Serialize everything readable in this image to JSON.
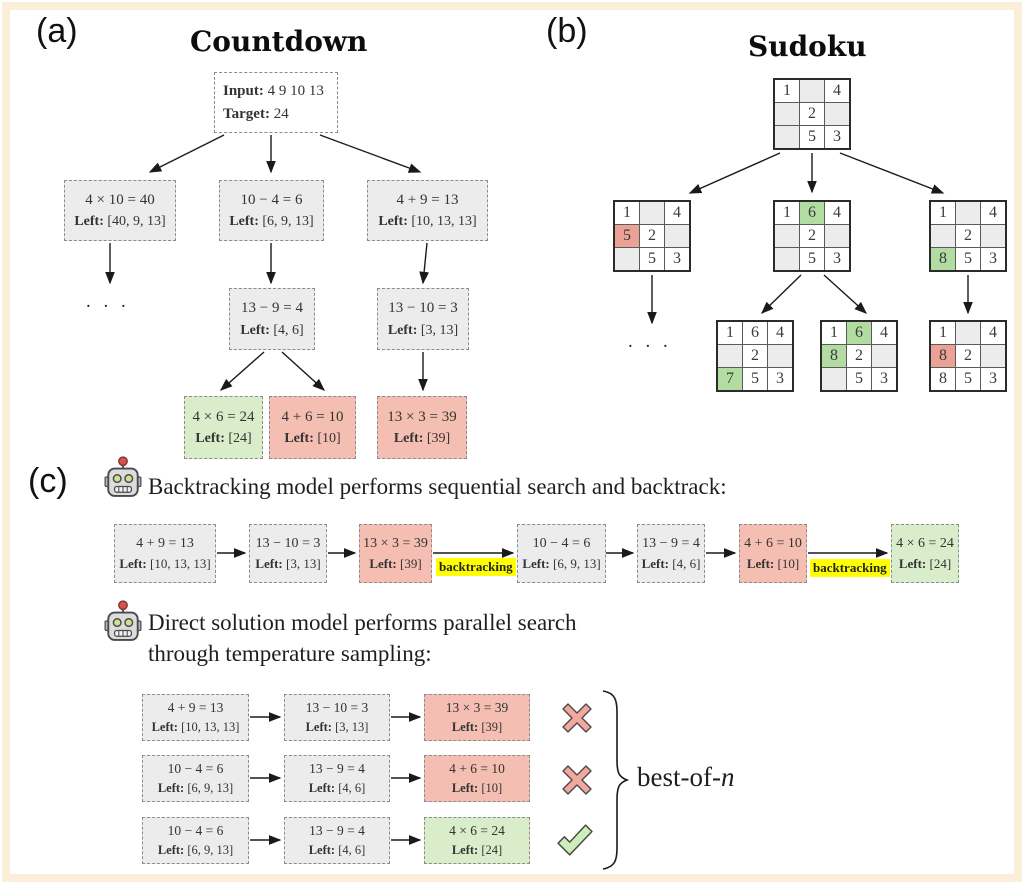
{
  "labels": {
    "panel_a": "(a)",
    "panel_b": "(b)",
    "panel_c": "(c)",
    "left": "Left:",
    "ellipsis": ". . .",
    "backtracking": "backtracking",
    "best_of": {
      "prefix": "best-of-",
      "n": "n"
    }
  },
  "icons": {
    "robot": "robot-icon",
    "cross": "cross-icon",
    "check": "check-icon"
  },
  "colors": {
    "frame": "#faf0da",
    "node_gray": "#ececec",
    "node_green": "#d9edca",
    "node_red": "#f4beb2",
    "cell_gray": "#ececec",
    "cell_green": "#b3dca2",
    "cell_red": "#e9a295",
    "highlight_yellow": "#ffff00"
  },
  "countdown": {
    "title": "Countdown",
    "root": {
      "input_label": "Input:",
      "input": "4 9 10 13",
      "target_label": "Target:",
      "target": "24",
      "state": "plain"
    },
    "nodes": {
      "l1a": {
        "eq": "4 × 10 = 40",
        "left": "[40, 9, 13]",
        "state": "neutral"
      },
      "l1b": {
        "eq": "10 − 4 = 6",
        "left": "[6, 9, 13]",
        "state": "neutral"
      },
      "l1c": {
        "eq": "4 + 9 = 13",
        "left": "[10, 13, 13]",
        "state": "neutral"
      },
      "l2a": {
        "eq": "13 − 9 = 4",
        "left": "[4, 6]",
        "state": "neutral"
      },
      "l2b": {
        "eq": "13 − 10 = 3",
        "left": "[3, 13]",
        "state": "neutral"
      },
      "l3a": {
        "eq": "4 × 6 = 24",
        "left": "[24]",
        "state": "good"
      },
      "l3b": {
        "eq": "4 + 6 = 10",
        "left": "[10]",
        "state": "bad"
      },
      "l3c": {
        "eq": "13 × 3 = 39",
        "left": "[39]",
        "state": "bad"
      }
    }
  },
  "sudoku": {
    "title": "Sudoku",
    "grids": {
      "root": [
        {
          "v": "1",
          "bg": "w"
        },
        {
          "v": "",
          "bg": "e"
        },
        {
          "v": "4",
          "bg": "w"
        },
        {
          "v": "",
          "bg": "e"
        },
        {
          "v": "2",
          "bg": "w"
        },
        {
          "v": "",
          "bg": "e"
        },
        {
          "v": "",
          "bg": "e"
        },
        {
          "v": "5",
          "bg": "w"
        },
        {
          "v": "3",
          "bg": "w"
        }
      ],
      "l2a": [
        {
          "v": "1",
          "bg": "w"
        },
        {
          "v": "",
          "bg": "e"
        },
        {
          "v": "4",
          "bg": "w"
        },
        {
          "v": "5",
          "bg": "r"
        },
        {
          "v": "2",
          "bg": "w"
        },
        {
          "v": "",
          "bg": "e"
        },
        {
          "v": "",
          "bg": "e"
        },
        {
          "v": "5",
          "bg": "w"
        },
        {
          "v": "3",
          "bg": "w"
        }
      ],
      "l2b": [
        {
          "v": "1",
          "bg": "w"
        },
        {
          "v": "6",
          "bg": "g"
        },
        {
          "v": "4",
          "bg": "w"
        },
        {
          "v": "",
          "bg": "e"
        },
        {
          "v": "2",
          "bg": "w"
        },
        {
          "v": "",
          "bg": "e"
        },
        {
          "v": "",
          "bg": "e"
        },
        {
          "v": "5",
          "bg": "w"
        },
        {
          "v": "3",
          "bg": "w"
        }
      ],
      "l2c": [
        {
          "v": "1",
          "bg": "w"
        },
        {
          "v": "",
          "bg": "e"
        },
        {
          "v": "4",
          "bg": "w"
        },
        {
          "v": "",
          "bg": "e"
        },
        {
          "v": "2",
          "bg": "w"
        },
        {
          "v": "",
          "bg": "e"
        },
        {
          "v": "8",
          "bg": "g"
        },
        {
          "v": "5",
          "bg": "w"
        },
        {
          "v": "3",
          "bg": "w"
        }
      ],
      "l3a": [
        {
          "v": "1",
          "bg": "w"
        },
        {
          "v": "6",
          "bg": "w"
        },
        {
          "v": "4",
          "bg": "w"
        },
        {
          "v": "",
          "bg": "e"
        },
        {
          "v": "2",
          "bg": "w"
        },
        {
          "v": "",
          "bg": "e"
        },
        {
          "v": "7",
          "bg": "g"
        },
        {
          "v": "5",
          "bg": "w"
        },
        {
          "v": "3",
          "bg": "w"
        }
      ],
      "l3b": [
        {
          "v": "1",
          "bg": "w"
        },
        {
          "v": "6",
          "bg": "g"
        },
        {
          "v": "4",
          "bg": "w"
        },
        {
          "v": "8",
          "bg": "g"
        },
        {
          "v": "2",
          "bg": "w"
        },
        {
          "v": "",
          "bg": "e"
        },
        {
          "v": "",
          "bg": "e"
        },
        {
          "v": "5",
          "bg": "w"
        },
        {
          "v": "3",
          "bg": "w"
        }
      ],
      "l3c": [
        {
          "v": "1",
          "bg": "w"
        },
        {
          "v": "",
          "bg": "e"
        },
        {
          "v": "4",
          "bg": "w"
        },
        {
          "v": "8",
          "bg": "r"
        },
        {
          "v": "2",
          "bg": "w"
        },
        {
          "v": "",
          "bg": "e"
        },
        {
          "v": "8",
          "bg": "w"
        },
        {
          "v": "5",
          "bg": "w"
        },
        {
          "v": "3",
          "bg": "w"
        }
      ]
    }
  },
  "backtracking_section": {
    "heading": "Backtracking model performs sequential search and backtrack:",
    "chain": [
      {
        "eq": "4 + 9 = 13",
        "left": "[10, 13, 13]",
        "state": "neutral"
      },
      {
        "eq": "13 − 10 = 3",
        "left": "[3, 13]",
        "state": "neutral"
      },
      {
        "eq": "13 × 3 = 39",
        "left": "[39]",
        "state": "bad"
      },
      {
        "eq": "10 − 4 = 6",
        "left": "[6, 9, 13]",
        "state": "neutral"
      },
      {
        "eq": "13 − 9 = 4",
        "left": "[4, 6]",
        "state": "neutral"
      },
      {
        "eq": "4 + 6 = 10",
        "left": "[10]",
        "state": "bad"
      },
      {
        "eq": "4 × 6 = 24",
        "left": "[24]",
        "state": "good"
      }
    ]
  },
  "direct_section": {
    "heading_line1": "Direct solution model performs parallel search",
    "heading_line2": "through temperature sampling:",
    "rows": [
      {
        "result": "fail",
        "steps": [
          {
            "eq": "4 + 9 = 13",
            "left": "[10, 13, 13]",
            "state": "neutral"
          },
          {
            "eq": "13 − 10 = 3",
            "left": "[3, 13]",
            "state": "neutral"
          },
          {
            "eq": "13 × 3 = 39",
            "left": "[39]",
            "state": "bad"
          }
        ]
      },
      {
        "result": "fail",
        "steps": [
          {
            "eq": "10 − 4 = 6",
            "left": "[6, 9, 13]",
            "state": "neutral"
          },
          {
            "eq": "13 − 9 = 4",
            "left": "[4, 6]",
            "state": "neutral"
          },
          {
            "eq": "4 + 6 = 10",
            "left": "[10]",
            "state": "bad"
          }
        ]
      },
      {
        "result": "pass",
        "steps": [
          {
            "eq": "10 − 4 = 6",
            "left": "[6, 9, 13]",
            "state": "neutral"
          },
          {
            "eq": "13 − 9 = 4",
            "left": "[4, 6]",
            "state": "neutral"
          },
          {
            "eq": "4 × 6 = 24",
            "left": "[24]",
            "state": "good"
          }
        ]
      }
    ]
  }
}
